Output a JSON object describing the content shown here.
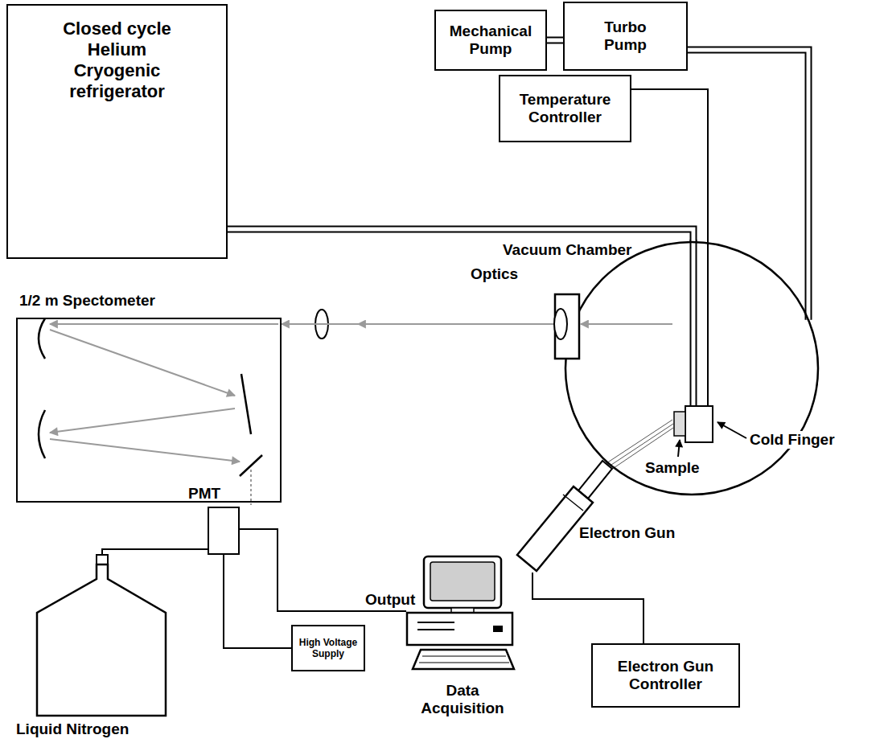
{
  "diagram": {
    "nodes": [
      {
        "text": [
          "Closed cycle Helium Cryogenic refrigerator"
        ]
      },
      {
        "text": [
          "Mechanical Pump"
        ]
      },
      {
        "text": [
          "Turbo Pump"
        ]
      },
      {
        "text": [
          "Temperature Controller"
        ]
      },
      {
        "text": [
          "Vacuum Chamber"
        ]
      },
      {
        "text": [
          "1/2 m Spectometer"
        ]
      },
      {
        "text": [
          "PMT"
        ]
      },
      {
        "text": [
          "Electron Gun"
        ]
      },
      {
        "text": [
          "Liquid Nitrogen"
        ]
      },
      {
        "text": [
          "High Voltage Supply"
        ]
      },
      {
        "text": [
          "Data Acquisition"
        ]
      },
      {
        "text": [
          "Electron Gun Controller"
        ]
      }
    ],
    "edges": [
      {
        "from": 1,
        "to": 2,
        "arrow": "none"
      },
      {
        "from": 2,
        "to": 4,
        "arrow": "none"
      },
      {
        "from": 0,
        "to": 4,
        "arrow": "none"
      },
      {
        "from": 3,
        "to": 4,
        "arrow": "none"
      },
      {
        "from": 4,
        "to": 5,
        "arrow": "to"
      },
      {
        "from": 6,
        "to": 8,
        "arrow": "none"
      },
      {
        "from": 6,
        "to": 9,
        "arrow": "none"
      },
      {
        "from": 6,
        "to": 10,
        "label": "Output",
        "arrow": "none"
      },
      {
        "from": 11,
        "to": 7,
        "arrow": "none"
      }
    ],
    "labels": [
      "Optics",
      "Sample",
      "Cold Finger"
    ]
  }
}
